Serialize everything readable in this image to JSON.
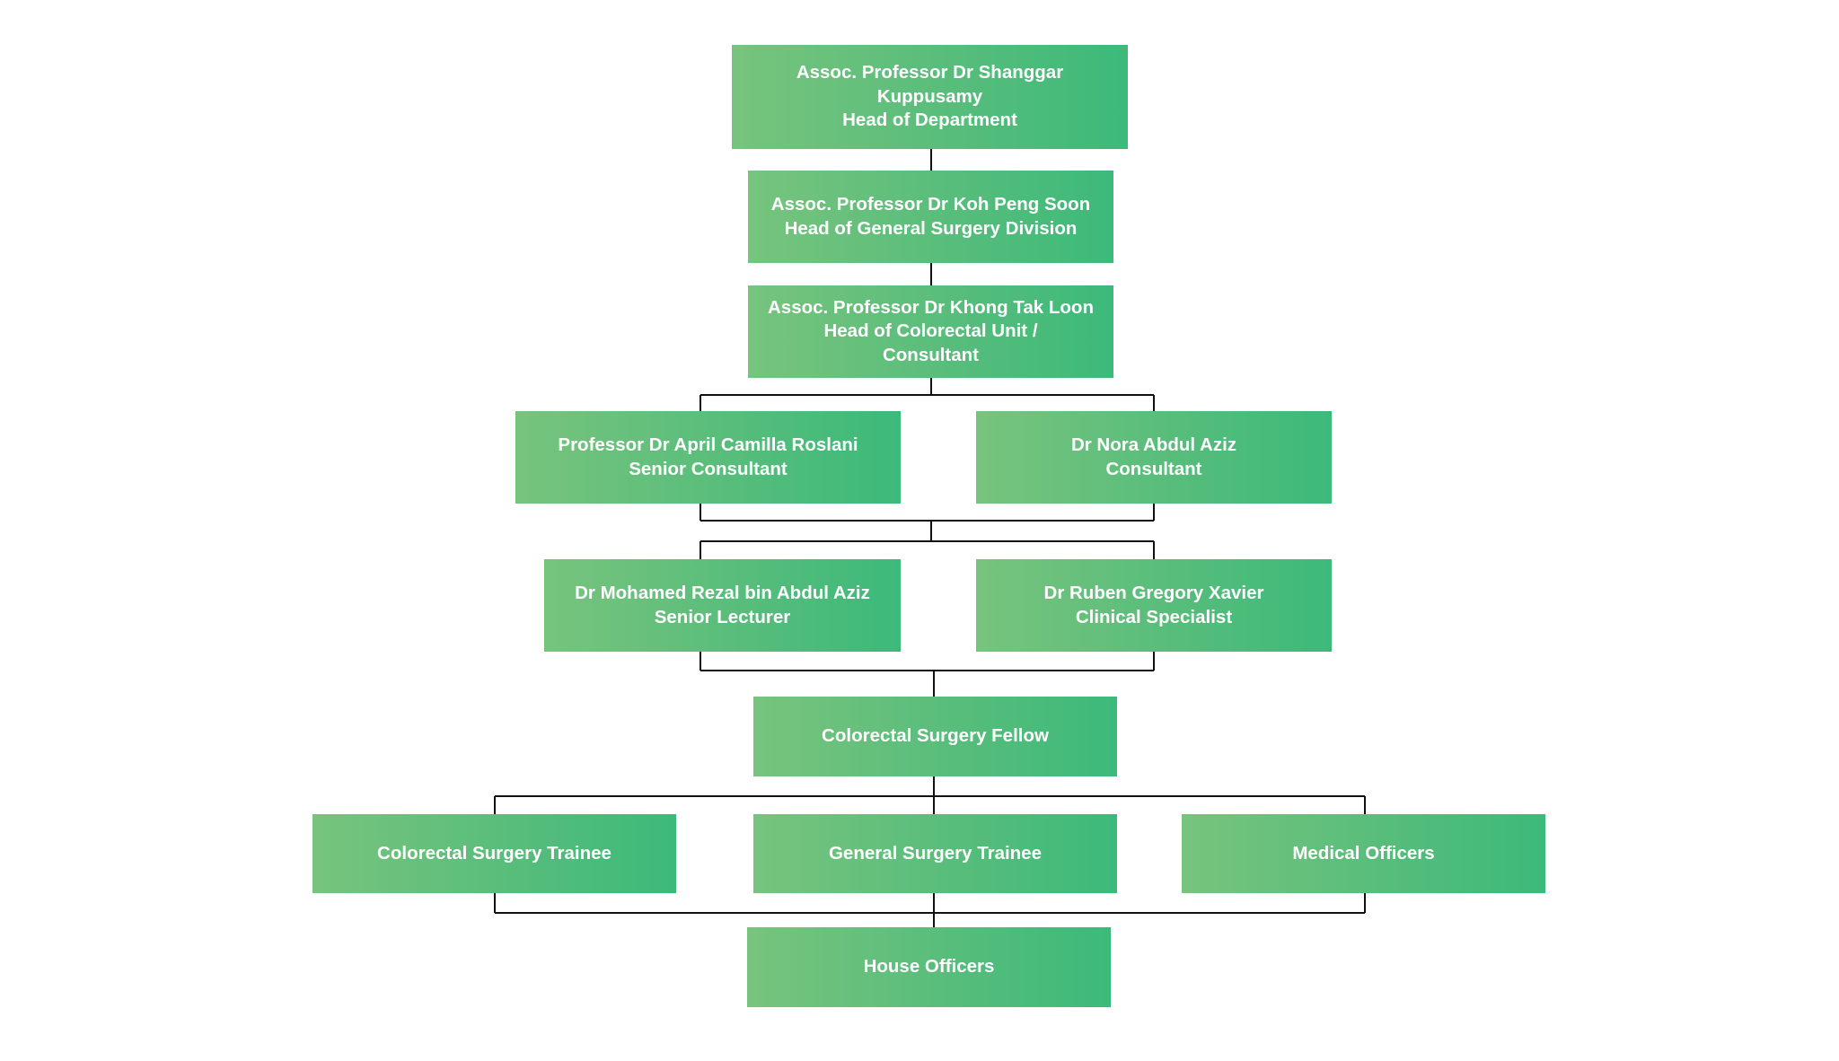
{
  "nodes": [
    {
      "id": "head-of-department",
      "lines": [
        "Assoc. Professor Dr Shanggar Kuppusamy",
        "Head of Department"
      ]
    },
    {
      "id": "head-general-surgery",
      "lines": [
        "Assoc. Professor Dr Koh Peng Soon",
        "Head of General Surgery Division"
      ]
    },
    {
      "id": "head-colorectal-unit",
      "lines": [
        "Assoc. Professor Dr Khong Tak Loon",
        "Head of Colorectal Unit /",
        "Consultant"
      ]
    },
    {
      "id": "senior-consultant",
      "lines": [
        "Professor Dr April Camilla Roslani",
        "Senior Consultant"
      ]
    },
    {
      "id": "consultant",
      "lines": [
        "Dr Nora Abdul Aziz",
        "Consultant"
      ]
    },
    {
      "id": "senior-lecturer",
      "lines": [
        "Dr Mohamed Rezal bin Abdul Aziz",
        "Senior Lecturer"
      ]
    },
    {
      "id": "clinical-specialist",
      "lines": [
        "Dr Ruben Gregory Xavier",
        "Clinical Specialist"
      ]
    },
    {
      "id": "colorectal-fellow",
      "lines": [
        "Colorectal Surgery Fellow"
      ]
    },
    {
      "id": "colorectal-trainee",
      "lines": [
        "Colorectal Surgery Trainee"
      ]
    },
    {
      "id": "general-trainee",
      "lines": [
        "General Surgery Trainee"
      ]
    },
    {
      "id": "medical-officers",
      "lines": [
        "Medical Officers"
      ]
    },
    {
      "id": "house-officers",
      "lines": [
        "House Officers"
      ]
    }
  ],
  "colors": {
    "box_gradient_start": "#77c47d",
    "box_gradient_end": "#3cba7a",
    "box_text": "#ffffff",
    "connector": "#111111"
  }
}
